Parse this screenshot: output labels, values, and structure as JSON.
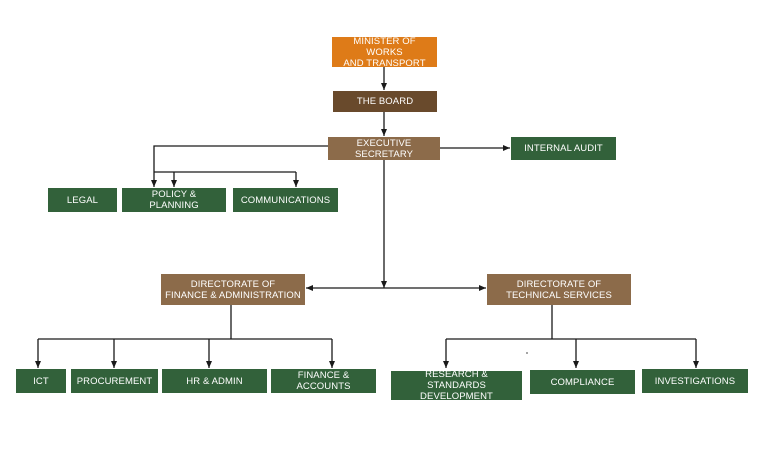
{
  "colors": {
    "orange": "#de7b18",
    "dark": "#694a2c",
    "tan": "#8c6b4a",
    "green": "#32613a",
    "line": "#1a1a1a"
  },
  "org": {
    "minister": "MINISTER OF WORKS\nAND TRANSPORT",
    "board": "THE BOARD",
    "executive_secretary": "EXECUTIVE SECRETARY",
    "internal_audit": "INTERNAL AUDIT",
    "es_units": [
      "LEGAL",
      "POLICY & PLANNING",
      "COMMUNICATIONS"
    ],
    "directorates": [
      {
        "title": "DIRECTORATE OF\nFINANCE & ADMINISTRATION",
        "units": [
          "ICT",
          "PROCUREMENT",
          "HR & ADMIN",
          "FINANCE & ACCOUNTS"
        ]
      },
      {
        "title": "DIRECTORATE OF\nTECHNICAL SERVICES",
        "units": [
          "RESEARCH &\nSTANDARDS DEVELOPMENT",
          "COMPLIANCE",
          "INVESTIGATIONS"
        ]
      }
    ]
  }
}
